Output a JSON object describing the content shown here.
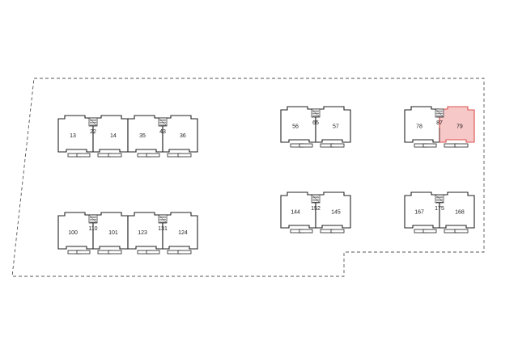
{
  "site": {
    "boundary_color": "#555555"
  },
  "colors": {
    "wall": "#222222",
    "highlight_fill": "#f7c8c8",
    "highlight_stroke": "#d9534f",
    "highlight_text": "#c0392b"
  },
  "highlighted_unit": "79",
  "buildings": [
    {
      "left_unit": "13",
      "stair": "22",
      "right_unit": "14"
    },
    {
      "left_unit": "35",
      "stair": "43",
      "right_unit": "36"
    },
    {
      "left_unit": "56",
      "stair": "65",
      "right_unit": "57"
    },
    {
      "left_unit": "78",
      "stair": "87",
      "right_unit": "79"
    },
    {
      "left_unit": "100",
      "stair": "110",
      "right_unit": "101"
    },
    {
      "left_unit": "123",
      "stair": "131",
      "right_unit": "124"
    },
    {
      "left_unit": "144",
      "stair": "152",
      "right_unit": "145"
    },
    {
      "left_unit": "167",
      "stair": "175",
      "right_unit": "168"
    }
  ]
}
